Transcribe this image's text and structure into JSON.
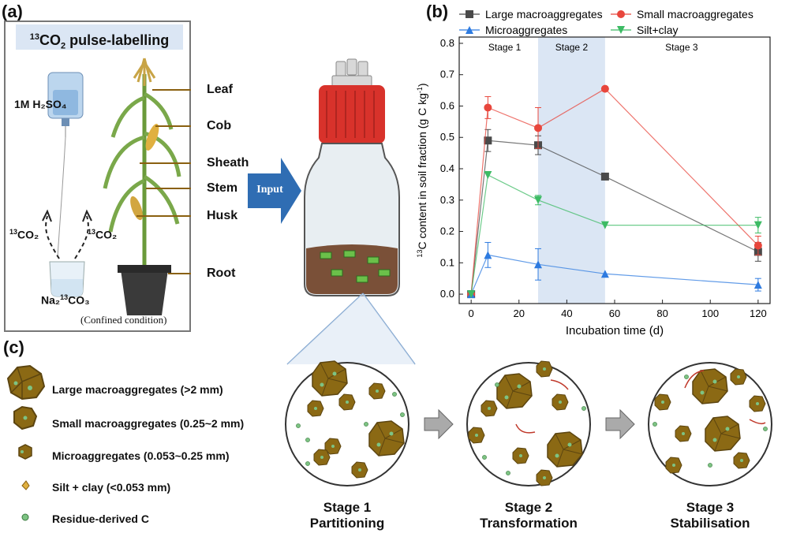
{
  "panel_a": {
    "letter": "(a)",
    "title_sup": "13",
    "title_main": "CO",
    "title_sub": "2",
    "title_rest": " pulse-labelling",
    "acid_label": "1M H₂SO₄",
    "co2_left_sup": "13",
    "co2_left": "CO₂",
    "co2_right_sup": "13",
    "co2_right": "CO₂",
    "carbonate_label": "Na₂",
    "carbonate_sup": "13",
    "carbonate_rest": "CO₃",
    "confined": "(Confined condition)",
    "parts": [
      "Leaf",
      "Cob",
      "Sheath",
      "Stem",
      "Husk",
      "Root"
    ],
    "input_label": "Input"
  },
  "panel_b": {
    "letter": "(b)"
  },
  "panel_c": {
    "letter": "(c)",
    "legend": [
      {
        "label": "Large macroaggregates (>2 mm)",
        "icon": "large-aggregate-icon"
      },
      {
        "label": "Small macroaggregates (0.25~2 mm)",
        "icon": "small-aggregate-icon"
      },
      {
        "label": "Microaggregates (0.053~0.25 mm)",
        "icon": "microaggregate-icon"
      },
      {
        "label": "Silt + clay (<0.053 mm)",
        "icon": "silt-clay-icon"
      },
      {
        "label": "Residue-derived C",
        "icon": "residue-c-icon"
      }
    ],
    "stages": [
      {
        "line1": "Stage 1",
        "line2": "Partitioning"
      },
      {
        "line1": "Stage 2",
        "line2": "Transformation"
      },
      {
        "line1": "Stage 3",
        "line2": "Stabilisation"
      }
    ]
  },
  "colors": {
    "aggregate_fill": "#8B6914",
    "aggregate_dark": "#5c4510",
    "residue_green": "#7dc383",
    "stage2_band": "#dbe6f4",
    "arrow_blue": "#2f6db3"
  },
  "chart_data": {
    "type": "line",
    "title": "",
    "xlabel": "Incubation time (d)",
    "ylabel_pre": "",
    "ylabel_sup": "13",
    "ylabel_post": "C content in soil fraction (g C kg",
    "ylabel_sup2": "-1",
    "ylabel_end": ")",
    "x": [
      0,
      7,
      28,
      56,
      120
    ],
    "xlim": [
      -5,
      125
    ],
    "ylim": [
      -0.03,
      0.82
    ],
    "xticks": [
      0,
      20,
      40,
      60,
      80,
      100,
      120
    ],
    "yticks": [
      0.0,
      0.1,
      0.2,
      0.3,
      0.4,
      0.5,
      0.6,
      0.7,
      0.8
    ],
    "stage_labels": [
      "Stage 1",
      "Stage 2",
      "Stage 3"
    ],
    "stage2_range": [
      28,
      56
    ],
    "series": [
      {
        "name": "Large macroaggregates",
        "color": "#4a4a4a",
        "marker": "square",
        "values": [
          0.0,
          0.49,
          0.475,
          0.375,
          0.135
        ],
        "errors": [
          0.0,
          0.035,
          0.03,
          0.01,
          0.03
        ]
      },
      {
        "name": "Small macroaggregates",
        "color": "#e8463c",
        "marker": "circle",
        "values": [
          0.0,
          0.595,
          0.53,
          0.655,
          0.155
        ],
        "errors": [
          0.0,
          0.035,
          0.065,
          0.0,
          0.03
        ]
      },
      {
        "name": "Microaggregates",
        "color": "#2e7be0",
        "marker": "triangle-up",
        "values": [
          0.0,
          0.125,
          0.095,
          0.065,
          0.03
        ],
        "errors": [
          0.0,
          0.04,
          0.05,
          0.0,
          0.02
        ]
      },
      {
        "name": "Silt+clay",
        "color": "#3dbb64",
        "marker": "triangle-down",
        "values": [
          0.0,
          0.38,
          0.3,
          0.22,
          0.22
        ],
        "errors": [
          0.0,
          0.0,
          0.015,
          0.0,
          0.025
        ]
      }
    ],
    "legend_position": "top"
  }
}
